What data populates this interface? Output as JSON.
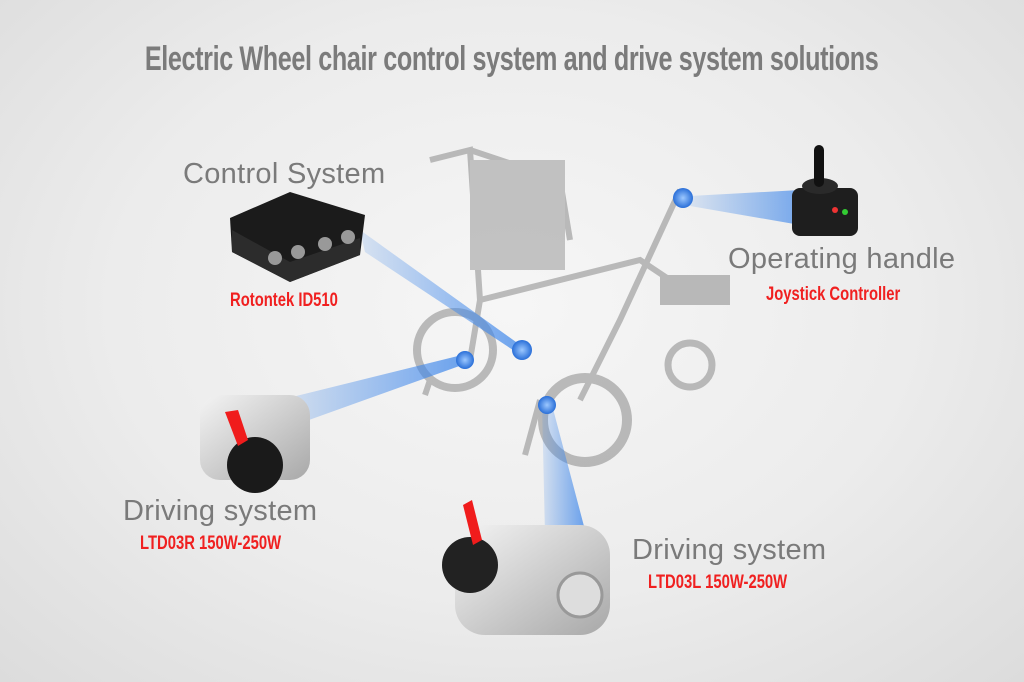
{
  "title": "Electric Wheel chair control system and drive system solutions",
  "components": [
    {
      "label": "Control System",
      "model": "Rotontek ID510"
    },
    {
      "label": "Operating handle",
      "model": "Joystick Controller"
    },
    {
      "label": "Driving system",
      "model": "LTD03R 150W-250W"
    },
    {
      "label": "Driving system",
      "model": "LTD03L 150W-250W"
    }
  ],
  "colors": {
    "title": "#7b7b7b",
    "label": "#7a7a7a",
    "model": "#f02020",
    "beam": "#4a90e8"
  }
}
